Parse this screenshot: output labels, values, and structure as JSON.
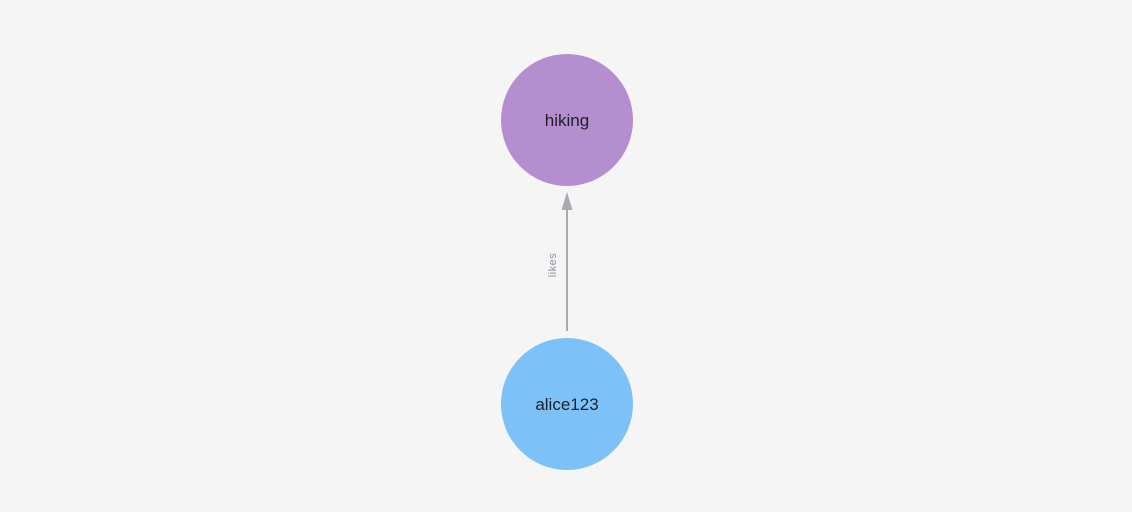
{
  "canvas": {
    "background": "#f5f5f6"
  },
  "graph": {
    "nodes": [
      {
        "id": "hiking",
        "label": "hiking",
        "color": "#b58ed0",
        "text_color": "#1f2023"
      },
      {
        "id": "alice123",
        "label": "alice123",
        "color": "#7cc2f8",
        "text_color": "#1f2023"
      }
    ],
    "edge": {
      "label": "likes",
      "from": "alice123",
      "to": "hiking",
      "color": "#a8aab1",
      "label_color": "#8e929b"
    }
  }
}
